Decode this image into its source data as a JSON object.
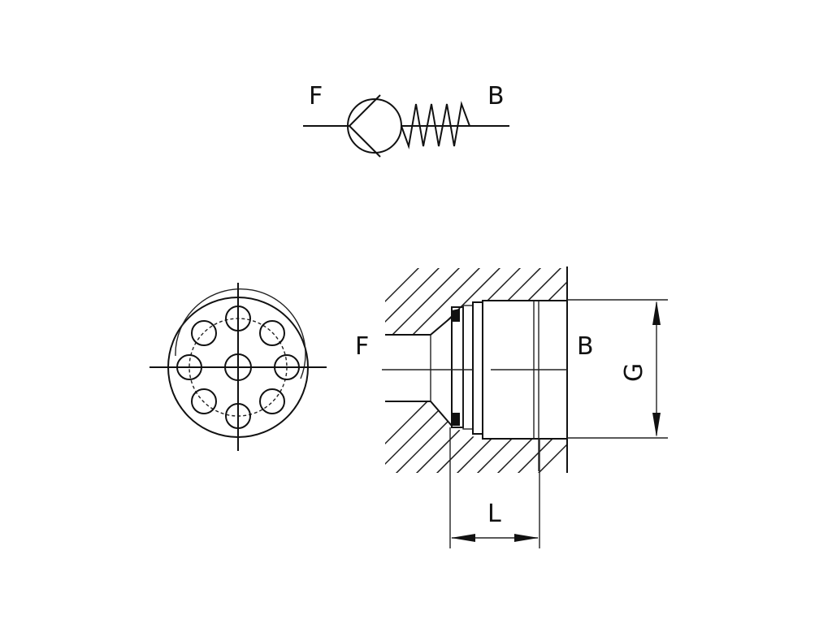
{
  "symbol": {
    "type": "check-valve-spring-loaded",
    "port_in_label": "F",
    "port_out_label": "B"
  },
  "end_view": {
    "type": "face-view",
    "outer_ring": true,
    "peripheral_holes": 8,
    "center_hole": true,
    "centerlines": true
  },
  "section_view": {
    "port_in_label": "F",
    "port_out_label": "B",
    "dimension_diameter_label": "G",
    "dimension_length_label": "L"
  },
  "colors": {
    "line": "#111111",
    "background": "#ffffff"
  }
}
